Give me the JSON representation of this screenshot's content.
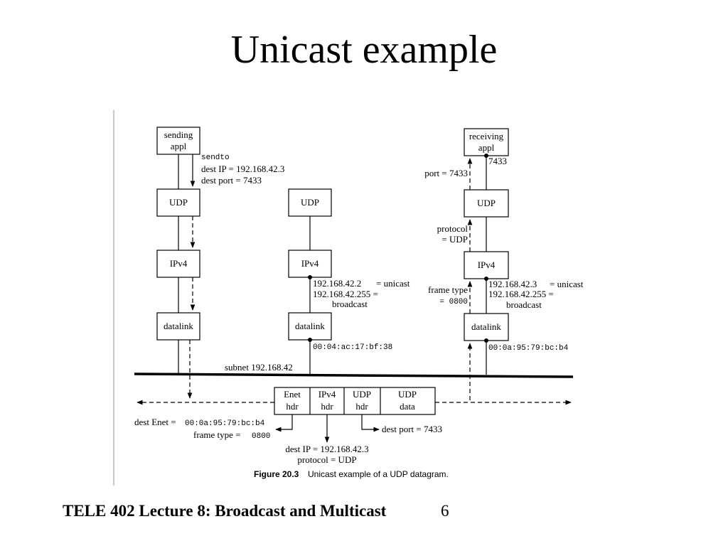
{
  "title": "Unicast example",
  "footer": {
    "text": "TELE 402 Lecture 8: Broadcast and Multicast",
    "page": "6"
  },
  "diagram": {
    "sender": {
      "app_line1": "sending",
      "app_line2": "appl",
      "udp": "UDP",
      "ip": "IPv4",
      "datalink": "datalink",
      "sendto": "sendto",
      "dest_ip": "dest IP = 192.168.42.3",
      "dest_port": "dest port = 7433"
    },
    "middle": {
      "udp": "UDP",
      "ip": "IPv4",
      "datalink": "datalink",
      "ip_addr": "192.168.42.2",
      "unicast": "= unicast",
      "bcast_addr": "192.168.42.255 =",
      "broadcast": "broadcast",
      "mac": "00:04:ac:17:bf:38"
    },
    "receiver": {
      "app_line1": "receiving",
      "app_line2": "appl",
      "udp": "UDP",
      "ip": "IPv4",
      "datalink": "datalink",
      "port_num": "7433",
      "port": "port = 7433",
      "protocol_line1": "protocol",
      "protocol_line2": "= UDP",
      "frame_type_line1": "frame type",
      "frame_type_line2": "= 0800",
      "ip_addr": "192.168.42.3",
      "unicast": "= unicast",
      "bcast_addr": "192.168.42.255 =",
      "broadcast": "broadcast",
      "mac": "00:0a:95:79:bc:b4"
    },
    "subnet": "subnet 192.168.42",
    "frame": {
      "enet_1": "Enet",
      "enet_2": "hdr",
      "ip_1": "IPv4",
      "ip_2": "hdr",
      "udp_1": "UDP",
      "udp_2": "hdr",
      "data_1": "UDP",
      "data_2": "data"
    },
    "annotations": {
      "dest_enet_label": "dest Enet =",
      "dest_enet_value": "00:0a:95:79:bc:b4",
      "frame_type_label": "frame type =",
      "frame_type_value": "0800",
      "dest_port": "dest port = 7433",
      "dest_ip": "dest IP = 192.168.42.3",
      "protocol": "protocol = UDP"
    },
    "caption": {
      "figure": "Figure 20.3",
      "text": "Unicast example of a UDP datagram."
    }
  }
}
